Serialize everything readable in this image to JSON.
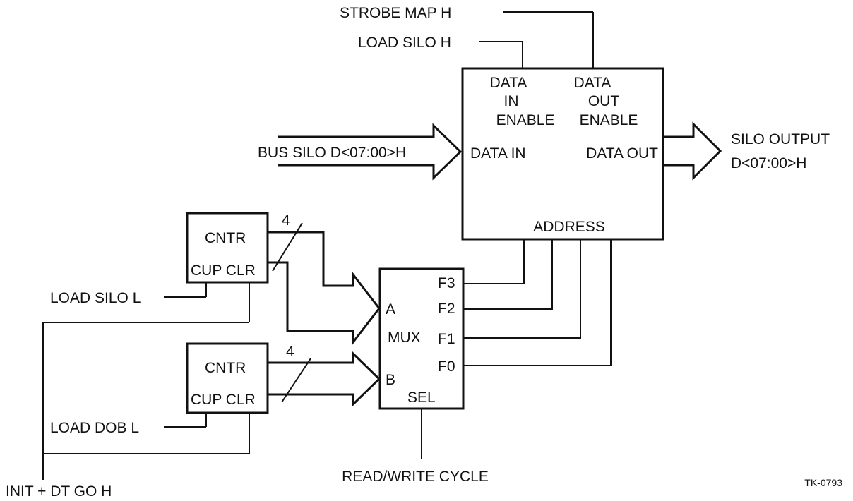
{
  "signals": {
    "strobe_map": "STROBE MAP H",
    "load_silo_h": "LOAD SILO H",
    "bus_silo": "BUS SILO D<07:00>H",
    "silo_output_1": "SILO OUTPUT",
    "silo_output_2": "D<07:00>H",
    "load_silo_l": "LOAD SILO L",
    "load_dob_l": "LOAD DOB L",
    "init_dt_go": "INIT + DT GO H",
    "read_write": "READ/WRITE CYCLE"
  },
  "silo": {
    "data_in_enable": [
      "DATA",
      "IN",
      "ENABLE"
    ],
    "data_out_enable": [
      "DATA",
      "OUT",
      "ENABLE"
    ],
    "data_in": "DATA IN",
    "data_out": "DATA OUT",
    "address": "ADDRESS"
  },
  "counter_top": {
    "name": "CNTR",
    "pins": "CUP CLR",
    "width": "4"
  },
  "counter_bottom": {
    "name": "CNTR",
    "pins": "CUP CLR",
    "width": "4"
  },
  "mux": {
    "name": "MUX",
    "input_a": "A",
    "input_b": "B",
    "sel": "SEL",
    "outputs": [
      "F3",
      "F2",
      "F1",
      "F0"
    ]
  },
  "figure_id": "TK-0793"
}
